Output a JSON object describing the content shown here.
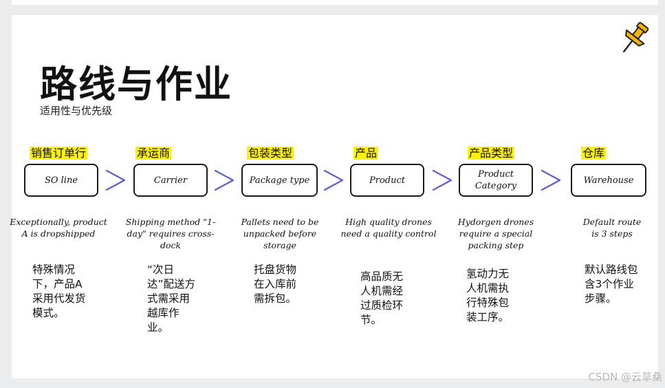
{
  "title": "路线与作业",
  "subtitle": "适用性与优先级",
  "pin_icon": "pushpin-icon",
  "steps": [
    {
      "label": "销售订单行",
      "box": "SO line",
      "en": "Exceptionally, product A is dropshipped",
      "zh": "特殊情况下，产品A采用代发货模式。"
    },
    {
      "label": "承运商",
      "box": "Carrier",
      "en": "Shipping method \"1-day\" requires cross-dock",
      "zh": "“次日达”配送方式需采用越库作业。"
    },
    {
      "label": "包装类型",
      "box": "Package type",
      "en": "Pallets need to be unpacked before storage",
      "zh": "托盘货物在入库前需拆包。"
    },
    {
      "label": "产品",
      "box": "Product",
      "en": "High quality drones need a quality control",
      "zh": "高品质无人机需经过质检环节。"
    },
    {
      "label": "产品类型",
      "box": "Product Category",
      "en": "Hydorgen drones require a special packing step",
      "zh": "氢动力无人机需执行特殊包装工序。"
    },
    {
      "label": "仓库",
      "box": "Warehouse",
      "en": "Default route is 3 steps",
      "zh": "默认路线包含3个作业步骤。"
    }
  ],
  "watermark": "CSDN @云草桑",
  "colors": {
    "highlight": "#fff200",
    "arrow": "#5b5bd6",
    "pin": "#f5b400"
  }
}
